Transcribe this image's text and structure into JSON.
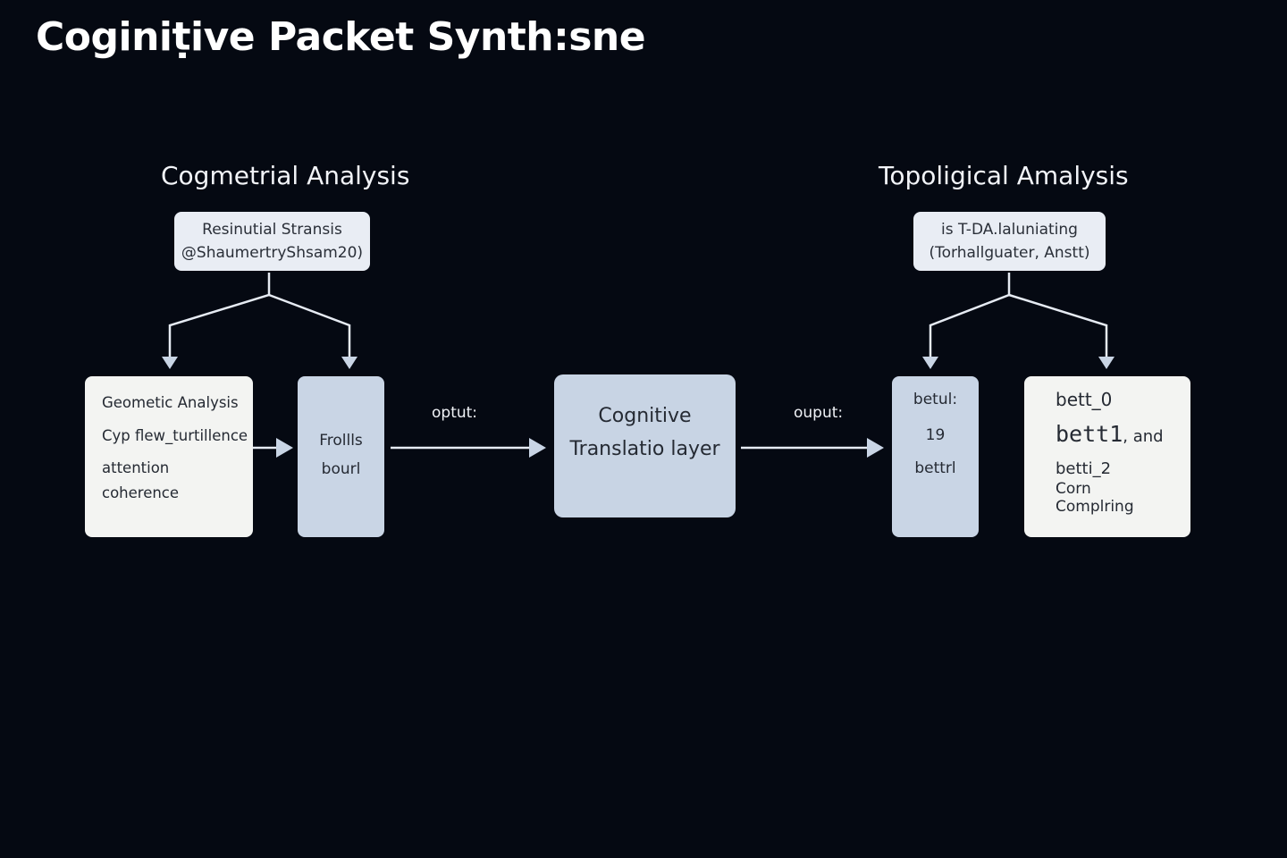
{
  "title": "Coginiṭive Packet Synth:sne",
  "colors": {
    "background": "#050912",
    "connector": "#e6ebf3",
    "box_white": "#f3f4f2",
    "box_blue": "#c9d5e5",
    "text_dark": "#252a33"
  },
  "left_section": {
    "heading": "Cogmetrial Analysis",
    "source": {
      "line1": "Resinutial Stransis",
      "line2": "@ShaumertryShsam20)"
    },
    "geo_box": {
      "lines": [
        "Geometic Analysis",
        "Cyp flew_turtillence",
        "attention",
        "coherence"
      ]
    },
    "frolls_box": {
      "lines": [
        "Frollls",
        "bourl"
      ]
    },
    "output_label": "optut:"
  },
  "center": {
    "lines": [
      "Cognitive",
      "Translatio layer"
    ]
  },
  "right_section": {
    "heading": "Topoligical  Amalysis",
    "source": {
      "line1": "is  T-DA.laluniating",
      "line2": "(Torhallguater, Anstt)"
    },
    "output_label": "ouput:",
    "betul_box": {
      "lines": [
        "betul:",
        "19",
        "bettrl"
      ]
    },
    "betti_box": {
      "line1": "bett_0",
      "line2_mono": "bett1",
      "line2_rest": ", and",
      "line3": "betti_2",
      "line4": "Corn",
      "line5": "Complring"
    }
  }
}
